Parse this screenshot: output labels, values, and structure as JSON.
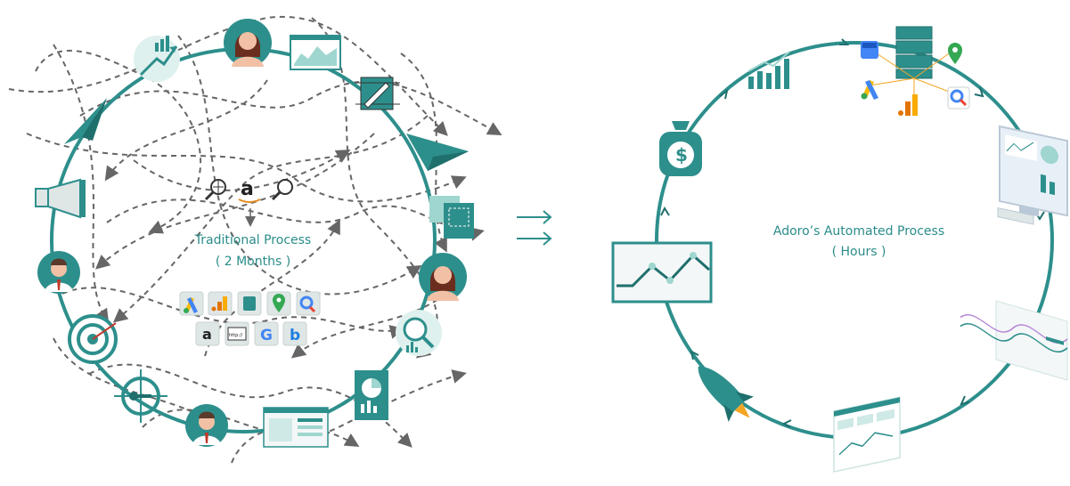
{
  "left": {
    "title": "Traditional Process",
    "duration": "( 2 Months )",
    "amazon_glyph": "a",
    "url_glyph": "http://",
    "bing_glyph": "b",
    "google_glyph": "G",
    "money_glyph": "$"
  },
  "right": {
    "title": "Adoro’s Automated Process",
    "duration": "( Hours )"
  },
  "colors": {
    "teal": "#2d8f8c",
    "teal_dark": "#1f6f6d",
    "teal_light": "#bfe4e0",
    "dash": "#666666",
    "label": "#2a8c8a",
    "person_bg": "#2d8f8c",
    "skin": "#f2c1a5",
    "hair": "#6b2d1e"
  },
  "icons": [
    "chart-growth-icon",
    "woman-avatar-icon",
    "area-chart-window-icon",
    "design-pen-icon",
    "paper-plane-icon",
    "document-icon",
    "megaphone-icon",
    "man-avatar-icon",
    "target-icon",
    "key-crosshair-icon",
    "dashboard-icon",
    "pie-report-icon",
    "magnifier-analysis-icon",
    "google-ads-icon",
    "google-analytics-icon",
    "gmb-icon",
    "google-maps-icon",
    "google-lens-icon",
    "amazon-icon",
    "url-icon",
    "google-icon",
    "bing-icon",
    "arrows-icon",
    "money-bag-icon",
    "line-chart-icon",
    "rocket-icon",
    "server-icon",
    "monitor-icon",
    "graph-panel-icon"
  ]
}
